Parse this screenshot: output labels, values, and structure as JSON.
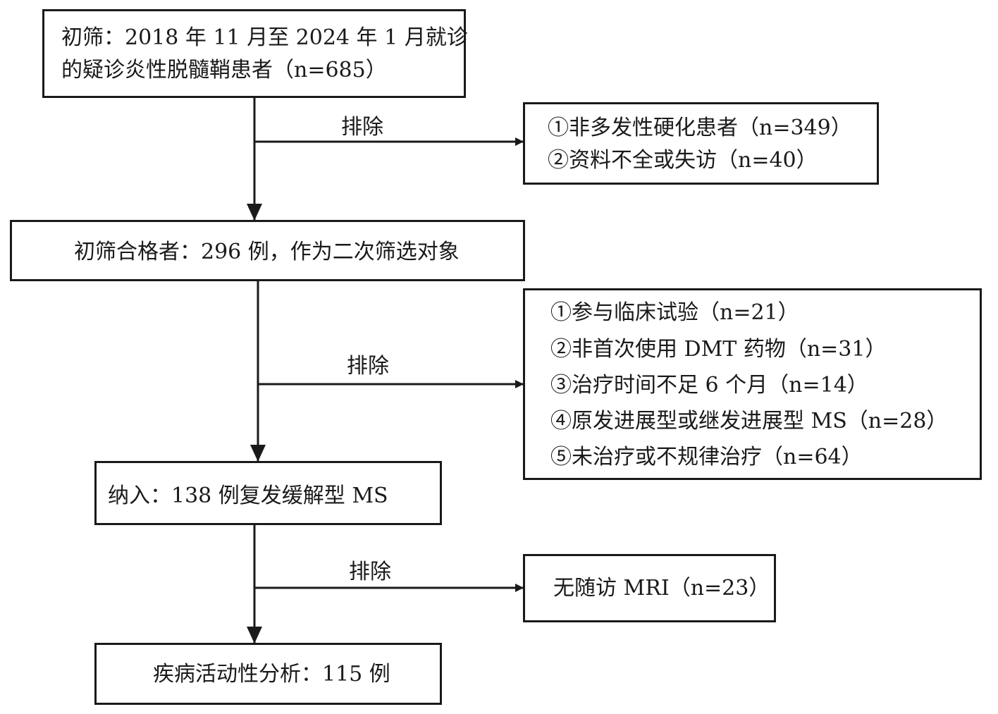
{
  "boxes": {
    "initial": {
      "lines": [
        "初筛：2018 年 11 月至 2024 年 1 月就诊",
        "的疑诊炎性脱髓鞘患者（n=685）"
      ]
    },
    "exclude_1": {
      "lines": [
        "①非多发性硬化患者（n=349）",
        "②资料不全或失访（n=40）"
      ]
    },
    "screened": {
      "lines": [
        "初筛合格者：296 例，作为二次筛选对象"
      ]
    },
    "exclude_2": {
      "lines": [
        "①参与临床试验（n=21）",
        "②非首次使用 DMT 药物（n=31）",
        "③治疗时间不足 6 个月（n=14）",
        "④原发进展型或继发进展型 MS（n=28）",
        "⑤未治疗或不规律治疗（n=64）"
      ]
    },
    "included": {
      "lines": [
        "纳入：138 例复发缓解型 MS"
      ]
    },
    "exclude_3": {
      "lines": [
        "无随访 MRI（n=23）"
      ]
    },
    "final": {
      "lines": [
        "疾病活动性分析：115 例"
      ]
    }
  },
  "exclude_label": "排除"
}
